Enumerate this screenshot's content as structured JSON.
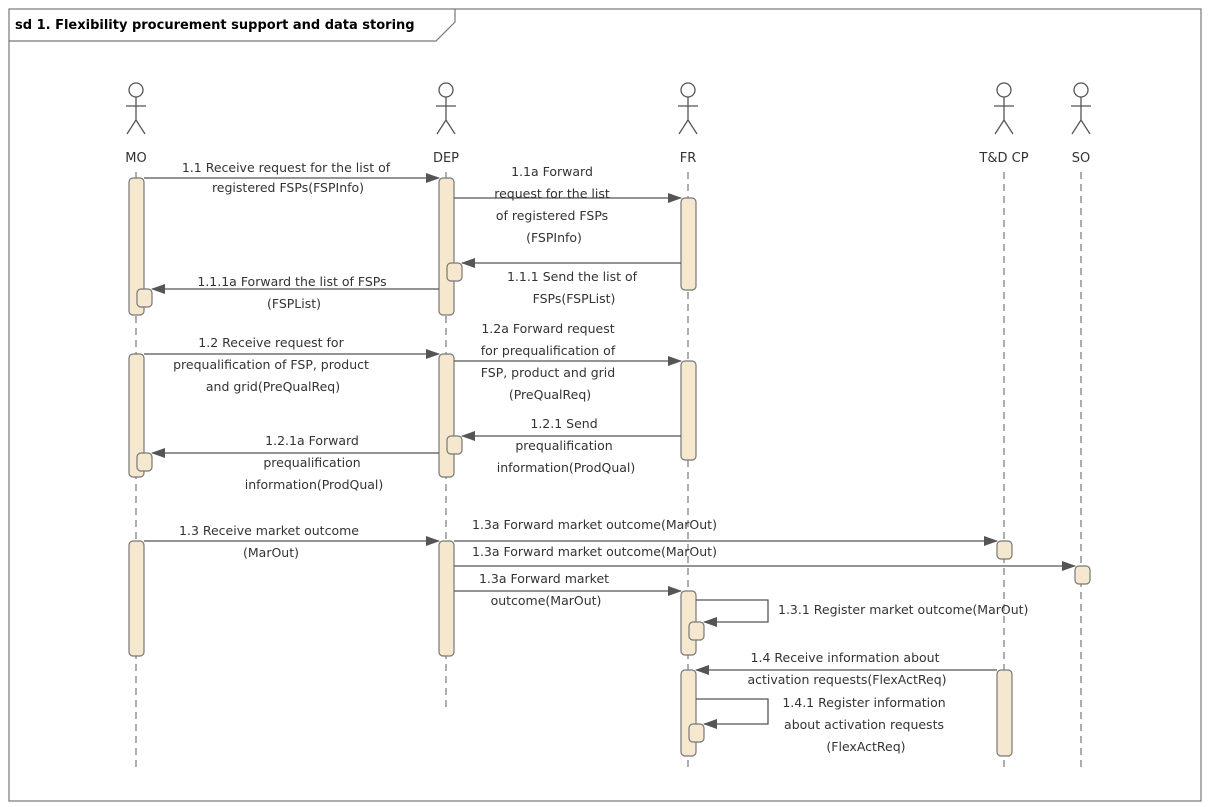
{
  "frame": {
    "title": "sd 1. Flexibility procurement support and data storing"
  },
  "actors": {
    "mo": "MO",
    "dep": "DEP",
    "fr": "FR",
    "tdcp": "T&D CP",
    "so": "SO"
  },
  "messages": {
    "m1_1": [
      "1.1 Receive request for the list of",
      "registered FSPs(FSPInfo)"
    ],
    "m1_1a": [
      "1.1a Forward",
      "request for the list",
      "of registered FSPs",
      "(FSPInfo)"
    ],
    "m1_1_1": [
      "1.1.1 Send the list of",
      "FSPs(FSPList)"
    ],
    "m1_1_1a": [
      "1.1.1a Forward the list of FSPs",
      "(FSPList)"
    ],
    "m1_2": [
      "1.2 Receive request for",
      "prequalification of FSP, product",
      "and grid(PreQualReq)"
    ],
    "m1_2a": [
      "1.2a Forward request",
      "for prequalification of",
      "FSP, product and grid",
      "(PreQualReq)"
    ],
    "m1_2_1": [
      "1.2.1 Send",
      "prequalification",
      "information(ProdQual)"
    ],
    "m1_2_1a": [
      "1.2.1a Forward",
      "prequalification",
      "information(ProdQual)"
    ],
    "m1_3": [
      "1.3 Receive market outcome",
      "(MarOut)"
    ],
    "m1_3a_tdcp": [
      "1.3a Forward market outcome(MarOut)"
    ],
    "m1_3a_so": [
      "1.3a Forward market outcome(MarOut)"
    ],
    "m1_3a_fr": [
      "1.3a Forward market",
      "outcome(MarOut)"
    ],
    "m1_3_1": [
      "1.3.1 Register market outcome(MarOut)"
    ],
    "m1_4": [
      "1.4 Receive information about",
      "activation requests(FlexActReq)"
    ],
    "m1_4_1": [
      "1.4.1 Register information",
      "about activation requests",
      "(FlexActReq)"
    ]
  },
  "colors": {
    "activation_fill": "#f5e8cf",
    "line": "#555555",
    "frame_border": "#777777"
  }
}
